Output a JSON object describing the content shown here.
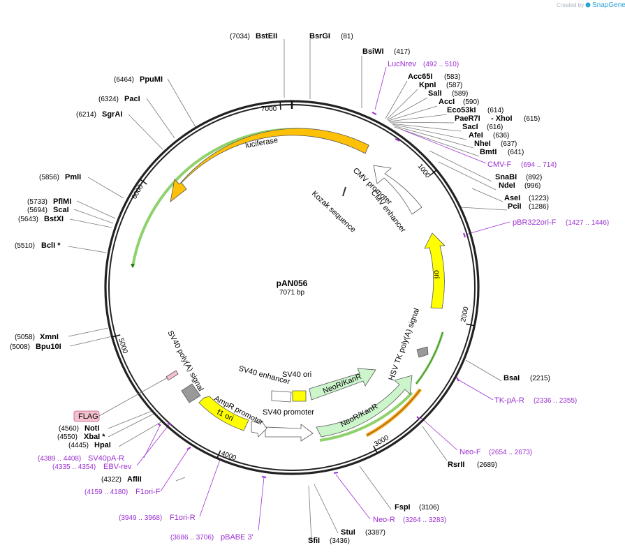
{
  "watermark": {
    "created_by": "Created by",
    "brand": "SnapGene"
  },
  "plasmid": {
    "name": "pAN056",
    "size": "7071 bp",
    "length": 7071
  },
  "ticks": [
    "1000",
    "2000",
    "3000",
    "4000",
    "5000",
    "6000",
    "7000"
  ],
  "features": [
    {
      "name": "luciferase",
      "color": "#ffc107"
    },
    {
      "name": "CMV promoter",
      "color": "#ffffff"
    },
    {
      "name": "CMV enhancer",
      "color": "#ffffff"
    },
    {
      "name": "Kozak sequence",
      "color": "#333333"
    },
    {
      "name": "ori",
      "color": "#ffff00"
    },
    {
      "name": "HSV TK poly(A) signal",
      "color": "#999999"
    },
    {
      "name": "NeoR/KanR",
      "color": "#ccf5cc"
    },
    {
      "name": "NeoR/KanR",
      "color": "#ccf5cc"
    },
    {
      "name": "SV40 ori",
      "color": "#ffff00"
    },
    {
      "name": "SV40 enhancer",
      "color": "#ffffff"
    },
    {
      "name": "SV40 promoter",
      "color": "#ffffff"
    },
    {
      "name": "AmpR promoter",
      "color": "#ffffff"
    },
    {
      "name": "f1 ori",
      "color": "#ffff00"
    },
    {
      "name": "SV40 poly(A) signal",
      "color": "#999999"
    },
    {
      "name": "FLAG",
      "color": "#f4c2cf"
    }
  ],
  "enzymes": [
    {
      "name": "BstEII",
      "pos": "(7034)"
    },
    {
      "name": "BsrGI",
      "pos": "(81)"
    },
    {
      "name": "BsiWI",
      "pos": "(417)"
    },
    {
      "name": "Acc65I",
      "pos": "(583)"
    },
    {
      "name": "KpnI",
      "pos": "(587)"
    },
    {
      "name": "SalI",
      "pos": "(589)"
    },
    {
      "name": "AccI",
      "pos": "(590)"
    },
    {
      "name": "Eco53kI",
      "pos": "(614)"
    },
    {
      "name": "PaeR7I",
      "extra": "- XhoI",
      "pos": "(615)"
    },
    {
      "name": "SacI",
      "pos": "(616)"
    },
    {
      "name": "AfeI",
      "pos": "(636)"
    },
    {
      "name": "NheI",
      "pos": "(637)"
    },
    {
      "name": "BmtI",
      "pos": "(641)"
    },
    {
      "name": "SnaBI",
      "pos": "(892)"
    },
    {
      "name": "NdeI",
      "pos": "(996)"
    },
    {
      "name": "AseI",
      "pos": "(1223)"
    },
    {
      "name": "PciI",
      "pos": "(1286)"
    },
    {
      "name": "BsaI",
      "pos": "(2215)"
    },
    {
      "name": "RsrII",
      "pos": "(2689)"
    },
    {
      "name": "FspI",
      "pos": "(3106)"
    },
    {
      "name": "StuI",
      "pos": "(3387)"
    },
    {
      "name": "SfiI",
      "pos": "(3436)"
    },
    {
      "name": "AflII",
      "pos": "(4322)"
    },
    {
      "name": "HpaI",
      "pos": "(4445)"
    },
    {
      "name": "XbaI *",
      "pos": "(4550)"
    },
    {
      "name": "NotI",
      "pos": "(4560)"
    },
    {
      "name": "Bpu10I",
      "pos": "(5008)"
    },
    {
      "name": "XmnI",
      "pos": "(5058)"
    },
    {
      "name": "BclI *",
      "pos": "(5510)"
    },
    {
      "name": "BstXI",
      "pos": "(5643)"
    },
    {
      "name": "ScaI",
      "pos": "(5694)"
    },
    {
      "name": "PflMI",
      "pos": "(5733)"
    },
    {
      "name": "PmlI",
      "pos": "(5856)"
    },
    {
      "name": "SgrAI",
      "pos": "(6214)"
    },
    {
      "name": "PacI",
      "pos": "(6324)"
    },
    {
      "name": "PpuMI",
      "pos": "(6464)"
    }
  ],
  "primers": [
    {
      "name": "LucNrev",
      "range": "(492 .. 510)"
    },
    {
      "name": "CMV-F",
      "range": "(694 .. 714)"
    },
    {
      "name": "pBR322ori-F",
      "range": "(1427 .. 1446)"
    },
    {
      "name": "TK-pA-R",
      "range": "(2336 .. 2355)"
    },
    {
      "name": "Neo-F",
      "range": "(2654 .. 2673)"
    },
    {
      "name": "Neo-R",
      "range": "(3264 .. 3283)"
    },
    {
      "name": "pBABE 3'",
      "range": "(3686 .. 3706)"
    },
    {
      "name": "F1ori-R",
      "range": "(3949 .. 3968)"
    },
    {
      "name": "F1ori-F",
      "range": "(4159 .. 4180)"
    },
    {
      "name": "EBV-rev",
      "range": "(4335 .. 4354)"
    },
    {
      "name": "SV40pA-R",
      "range": "(4389 .. 4408)"
    }
  ],
  "colors": {
    "primer": "#9b30d0",
    "backbone": "#222222",
    "feature_outline": "#555555",
    "highlight": "#8fd16b",
    "highlight_orange": "#f5a623"
  }
}
